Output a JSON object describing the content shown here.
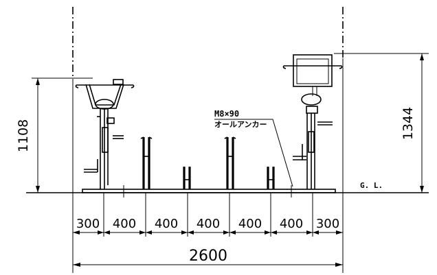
{
  "dimensions": {
    "left_height": "1108",
    "right_height": "1344",
    "segments": [
      "300",
      "400",
      "400",
      "400",
      "400",
      "400",
      "300"
    ],
    "total_width": "2600"
  },
  "annotations": {
    "anchor_size": "M8×90",
    "anchor_type": "オールアンカー",
    "ground_level": "G. L."
  }
}
